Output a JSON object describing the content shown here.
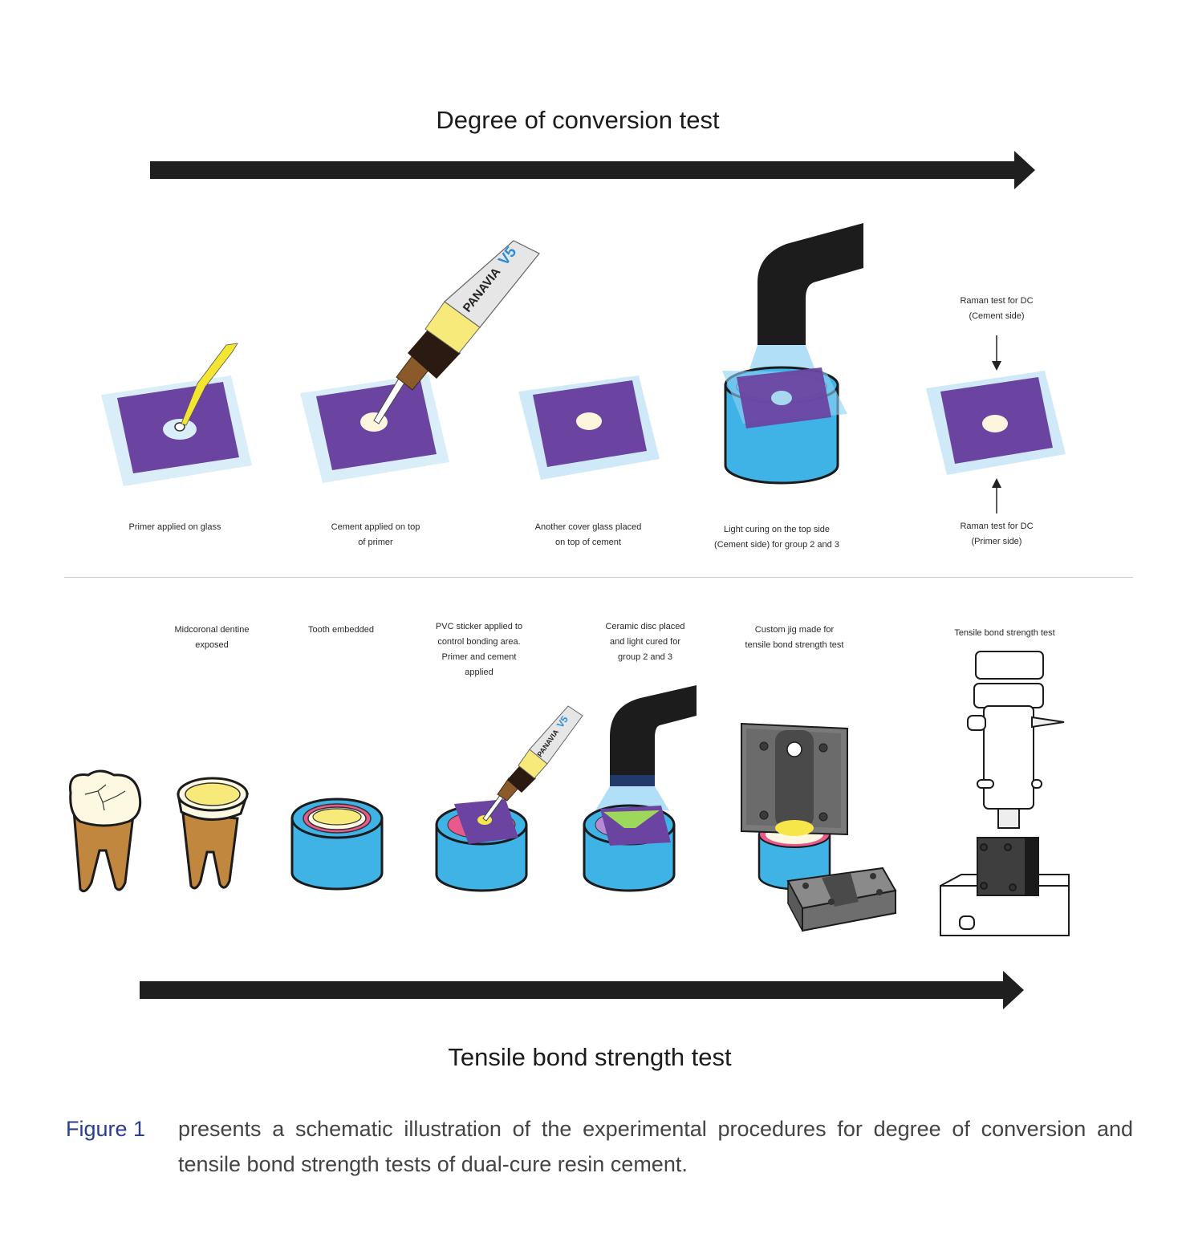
{
  "figure": {
    "dc_section": {
      "title": "Degree of conversion test",
      "steps": [
        {
          "id": "primer",
          "label": "Primer applied on glass"
        },
        {
          "id": "cement",
          "label": "Cement applied on top\nof primer"
        },
        {
          "id": "cover",
          "label": "Another cover glass placed\non top of cement"
        },
        {
          "id": "curing",
          "label": "Light curing on the top side\n(Cement side) for group 2 and 3"
        },
        {
          "id": "raman",
          "label_top": "Raman test for DC\n(Cement side)",
          "label_bottom": "Raman test for DC\n(Primer side)"
        }
      ]
    },
    "tbs_section": {
      "title": "Tensile bond strength test",
      "steps": [
        {
          "id": "dentine",
          "label": "Midcoronal dentine\nexposed"
        },
        {
          "id": "embedded",
          "label": "Tooth embedded"
        },
        {
          "id": "sticker",
          "label": "PVC sticker applied to\ncontrol bonding area.\nPrimer and cement\napplied"
        },
        {
          "id": "ceramic",
          "label": "Ceramic disc placed\nand light cured for\ngroup 2 and 3"
        },
        {
          "id": "jig",
          "label": "Custom jig made for\ntensile bond strength test"
        },
        {
          "id": "tensile",
          "label": "Tensile bond strength test"
        }
      ]
    },
    "brand": {
      "name": "PANAVIA",
      "version": "V5"
    },
    "caption": {
      "label": "Figure 1",
      "text": "presents a schematic illustration of the experimental procedures for degree of conversion and tensile bond strength tests of dual-cure resin cement."
    },
    "colors": {
      "glass": "#d9eef8",
      "sticker_purple": "#6a44a0",
      "cement_cream": "#fdf6dc",
      "mold_blue": "#3fb2e6",
      "primer_yellow": "#f6e64a",
      "dentine_yellow": "#f8ea7a",
      "root_brown": "#c1873f",
      "caption_blue": "#2a3d8f"
    }
  }
}
